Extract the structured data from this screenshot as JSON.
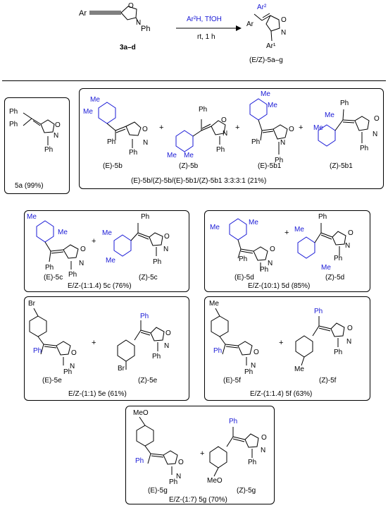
{
  "scheme": {
    "start_left": "Ar",
    "start_ph": "Ph",
    "start_label": "3a–d",
    "reagent_top": "Ar²H, TfOH",
    "reagent_bottom": "rt, 1 h",
    "prod_ar2": "Ar²",
    "prod_ar": "Ar",
    "prod_ar1": "Ar¹",
    "prod_label": "(E/Z)-5a–g"
  },
  "boxes": {
    "a": {
      "cap": "5a (99%)"
    },
    "b": {
      "labels": [
        "(E)-5b",
        "(Z)-5b",
        "(E)-5b1",
        "(Z)-5b1"
      ],
      "cap": "(E)-5b/(Z)-5b/(E)-5b1/(Z)-5b1  3:3:3:1 (21%)"
    },
    "c": {
      "labels": [
        "(E)-5c",
        "(Z)-5c"
      ],
      "cap": "E/Z-(1:1.4) 5c (76%)"
    },
    "d": {
      "labels": [
        "(E)-5d",
        "(Z)-5d"
      ],
      "cap": "E/Z-(10:1) 5d (85%)"
    },
    "e": {
      "labels": [
        "(E)-5e",
        "(Z)-5e"
      ],
      "cap": "E/Z-(1:1) 5e (61%)"
    },
    "f": {
      "labels": [
        "(E)-5f",
        "(Z)-5f"
      ],
      "cap": "E/Z-(1:1.4) 5f (63%)"
    },
    "g": {
      "labels": [
        "(E)-5g",
        "(Z)-5g"
      ],
      "cap": "E/Z-(1:7) 5g (70%)"
    }
  },
  "atoms": {
    "ph": "Ph",
    "me": "Me",
    "br": "Br",
    "meo": "MeO",
    "o": "O",
    "n": "N",
    "plus": "+"
  },
  "colors": {
    "ink": "#000000",
    "aryl_highlight": "#1a1ad6"
  }
}
